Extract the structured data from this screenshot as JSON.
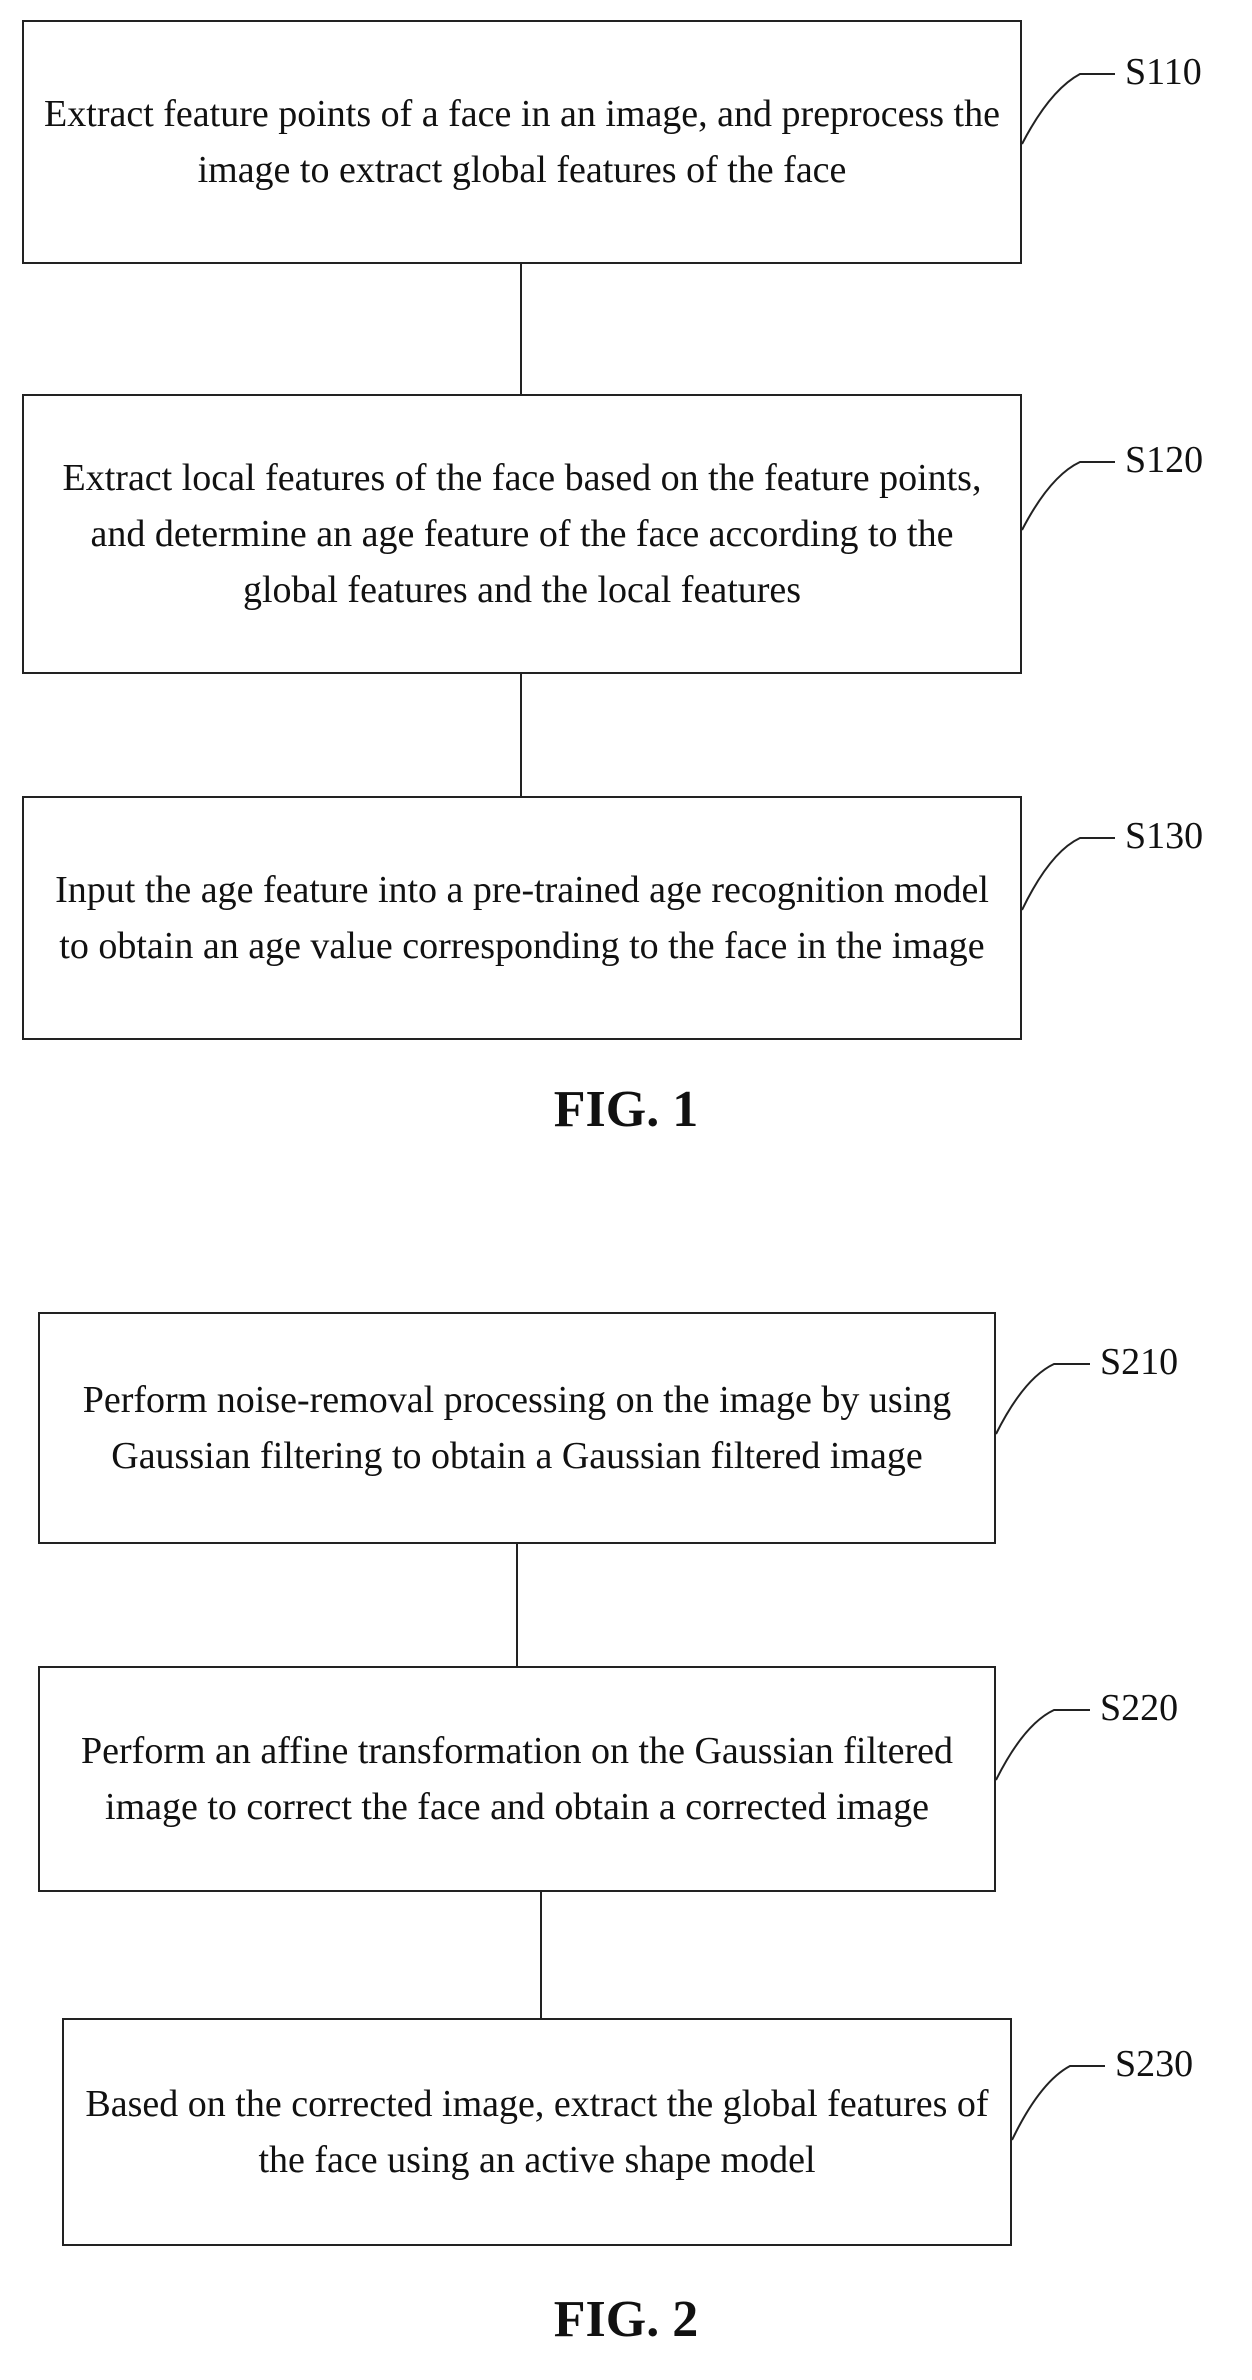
{
  "fig1": {
    "caption": "FIG. 1",
    "steps": [
      {
        "id": "S110",
        "text": "Extract feature points of a face in an image, and preprocess the image to extract global features of the face"
      },
      {
        "id": "S120",
        "text": "Extract local features of the face based on the feature points, and determine an age feature of the face according to the global features and the local features"
      },
      {
        "id": "S130",
        "text": "Input the age feature into a pre-trained age recognition model to obtain an age value corresponding to the face in the image"
      }
    ]
  },
  "fig2": {
    "caption": "FIG. 2",
    "steps": [
      {
        "id": "S210",
        "text": "Perform noise-removal processing on the image by using Gaussian filtering to obtain a Gaussian filtered image"
      },
      {
        "id": "S220",
        "text": "Perform an affine transformation on the Gaussian filtered image to correct the face and obtain a corrected image"
      },
      {
        "id": "S230",
        "text": "Based on the corrected image, extract the global features of the face using an active shape model"
      }
    ]
  }
}
